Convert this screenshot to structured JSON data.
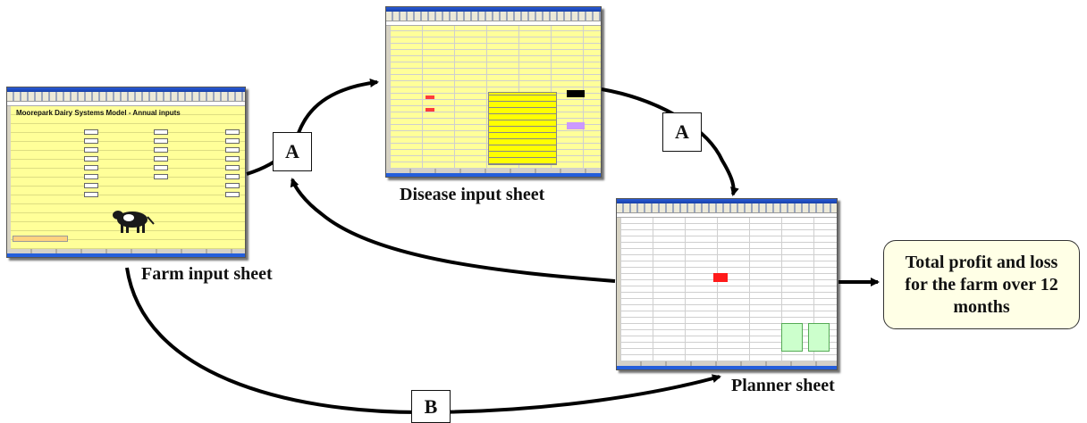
{
  "labels": {
    "farm_sheet": "Farm input sheet",
    "disease_sheet": "Disease input sheet",
    "planner_sheet": "Planner sheet"
  },
  "connectors": {
    "a_upper": "A",
    "a_lower": "A",
    "b": "B"
  },
  "output": {
    "text": "Total profit and loss for the farm over 12 months"
  },
  "farm_sheet_thumbnail": {
    "title": "Moorepark Dairy Systems Model - Annual inputs"
  },
  "colors": {
    "arrow": "#000000",
    "spreadsheet_fill": "#ffff99",
    "output_fill": "#ffffe6"
  }
}
